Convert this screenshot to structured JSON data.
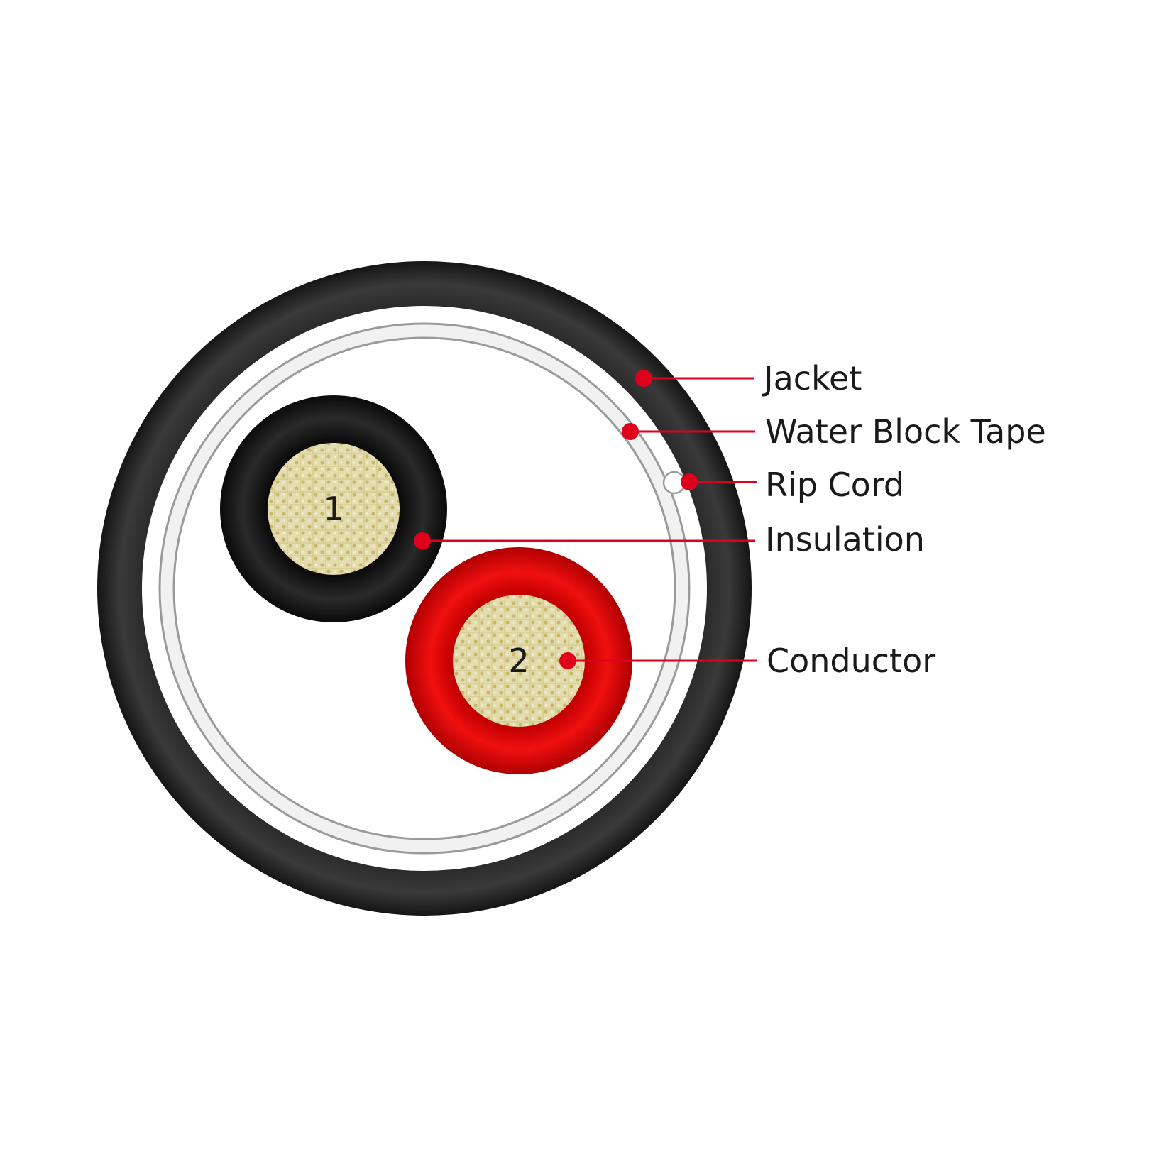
{
  "colors": {
    "jacket": "#1a1a1a",
    "water_block_tape": "#f2f2f2",
    "rip_cord": "#ffffff",
    "insulation_core_1": "#111111",
    "insulation_core_2": "#d40000",
    "conductor": "#d8ce98",
    "callout": "#e0001b",
    "text": "#1a1a1a"
  },
  "cores": [
    {
      "number": "1",
      "insulation_color": "black"
    },
    {
      "number": "2",
      "insulation_color": "red"
    }
  ],
  "callouts": [
    {
      "label": "Jacket"
    },
    {
      "label": "Water Block Tape"
    },
    {
      "label": "Rip Cord"
    },
    {
      "label": "Insulation"
    },
    {
      "label": "Conductor"
    }
  ]
}
